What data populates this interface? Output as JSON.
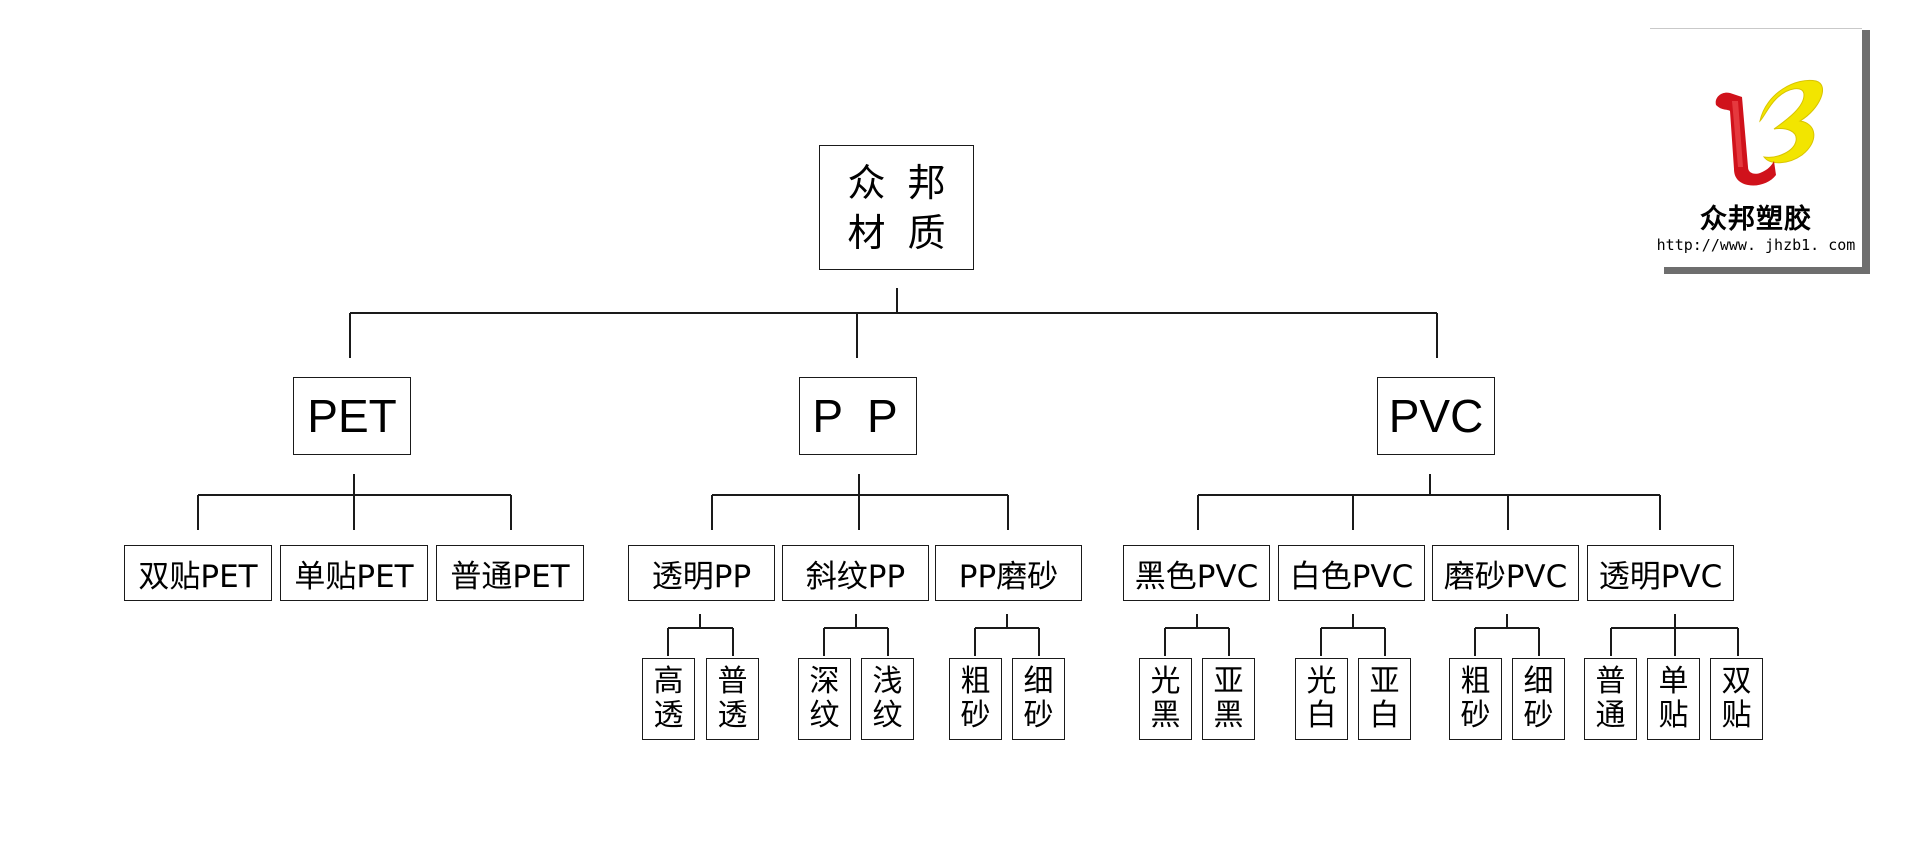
{
  "root": {
    "line1a": "众",
    "line1b": "邦",
    "line2a": "材",
    "line2b": "质"
  },
  "categories": [
    {
      "label": "PET"
    },
    {
      "label": "P P"
    },
    {
      "label": "PVC"
    }
  ],
  "pet_types": [
    "双贴PET",
    "单贴PET",
    "普通PET"
  ],
  "pp_types": [
    "透明PP",
    "斜纹PP",
    "PP磨砂"
  ],
  "pvc_types": [
    "黑色PVC",
    "白色PVC",
    "磨砂PVC",
    "透明PVC"
  ],
  "pp_leaves": {
    "transparent": [
      "高透",
      "普透"
    ],
    "twill": [
      "深纹",
      "浅纹"
    ],
    "frosted": [
      "粗砂",
      "细砂"
    ]
  },
  "pvc_leaves": {
    "black": [
      "光黑",
      "亚黑"
    ],
    "white": [
      "光白",
      "亚白"
    ],
    "frosted": [
      "粗砂",
      "细砂"
    ],
    "transparent": [
      "普通",
      "单贴",
      "双贴"
    ]
  },
  "logo": {
    "name": "众邦塑胶",
    "url": "http://www. jhzb1. com",
    "colors": {
      "red": "#d0121b",
      "yellow": "#f2e500",
      "shadow": "#6e6e6e"
    },
    "mark_icon": "stylized-l-b-mark"
  },
  "line_color": "#1a1a1a"
}
